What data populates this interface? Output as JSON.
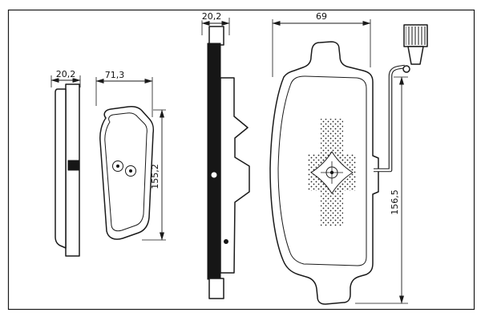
{
  "dimensions": {
    "small_pad_thickness": "20,2",
    "small_pad_width": "71,3",
    "small_pad_height": "155,2",
    "large_pad_thickness": "20,2",
    "large_pad_width": "69",
    "large_pad_height": "156,5"
  },
  "colors": {
    "ink": "#1a1a1a",
    "paper": "#ffffff"
  }
}
